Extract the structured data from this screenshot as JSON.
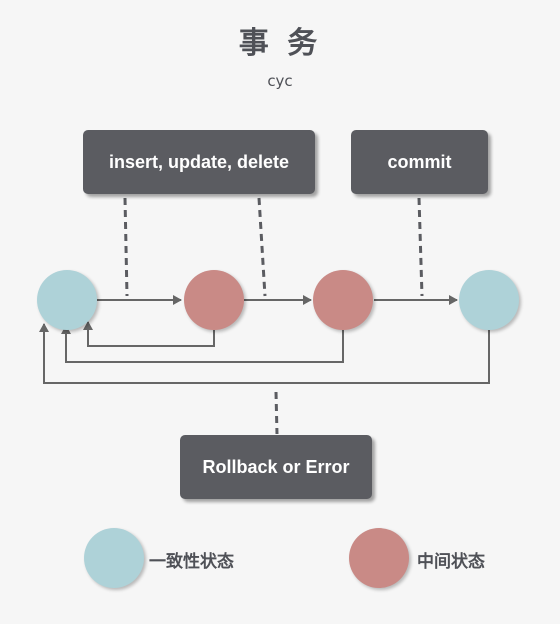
{
  "title": "事 务",
  "subtitle": "cyc",
  "operations": {
    "dml": "insert, update, delete",
    "commit": "commit",
    "rollback": "Rollback or Error"
  },
  "states": [
    {
      "kind": "consistent"
    },
    {
      "kind": "intermediate"
    },
    {
      "kind": "intermediate"
    },
    {
      "kind": "consistent"
    }
  ],
  "legend": {
    "consistent": "一致性状态",
    "intermediate": "中间状态"
  },
  "colors": {
    "consistent": "#aed2d8",
    "intermediate": "#c98a86",
    "box": "#5b5c61",
    "line": "#666666",
    "text": "#4f5157"
  }
}
